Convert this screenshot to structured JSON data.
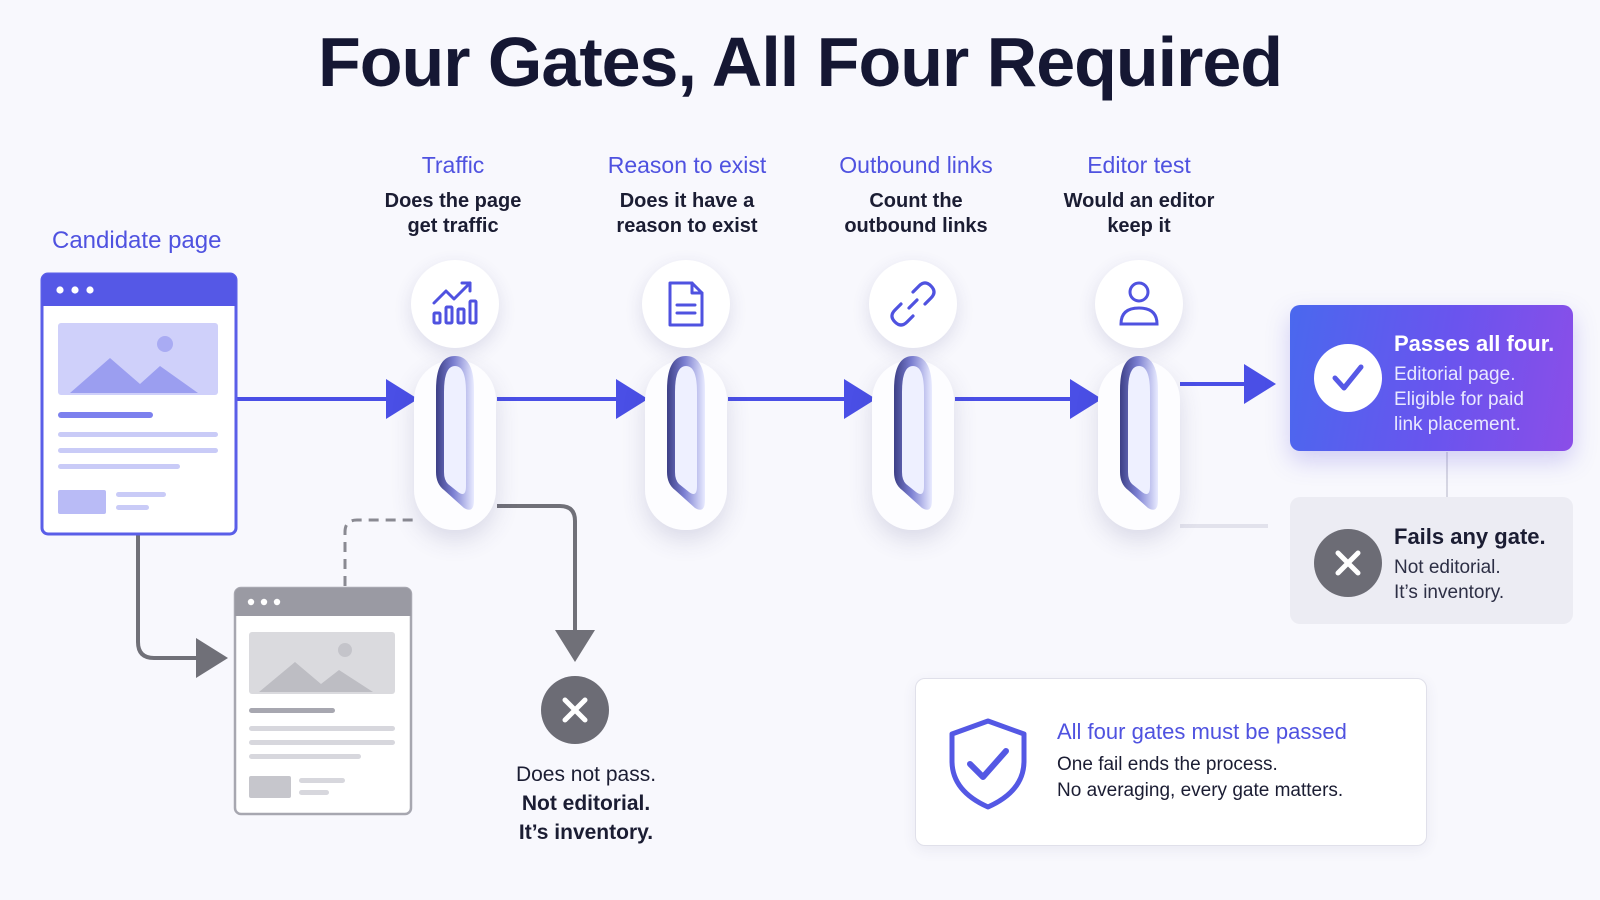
{
  "title": "Four Gates, All Four Required",
  "candidate": {
    "label": "Candidate page"
  },
  "gates": [
    {
      "title": "Traffic",
      "desc_lines": [
        "Does the page",
        "get traffic"
      ],
      "icon": "chart-icon"
    },
    {
      "title": "Reason to exist",
      "desc_lines": [
        "Does it have a",
        "reason to exist"
      ],
      "icon": "document-icon"
    },
    {
      "title": "Outbound links",
      "desc_lines": [
        "Count the",
        "outbound links"
      ],
      "icon": "link-icon"
    },
    {
      "title": "Editor test",
      "desc_lines": [
        "Would an editor",
        "keep it"
      ],
      "icon": "user-icon"
    }
  ],
  "pass_card": {
    "heading": "Passes all four.",
    "lines": [
      "Editorial page.",
      "Eligible for paid",
      "link placement."
    ]
  },
  "fail_card": {
    "heading": "Fails any gate.",
    "lines": [
      "Not editorial.",
      "It’s inventory."
    ]
  },
  "rejected": {
    "lines": [
      "Does not pass.",
      "Not editorial.",
      "It’s inventory."
    ]
  },
  "note": {
    "title": "All four gates must be passed",
    "lines": [
      "One fail ends the process.",
      "No averaging, every gate matters."
    ]
  },
  "colors": {
    "accent": "#4f52e0",
    "arrow": "#4a4fe6",
    "gray_arrow": "#707078",
    "pass_gradient_start": "#4a68ee",
    "pass_gradient_end": "#8b4ee8",
    "fail_card_bg": "#ececf3",
    "reject_circle": "#6c6c75"
  }
}
